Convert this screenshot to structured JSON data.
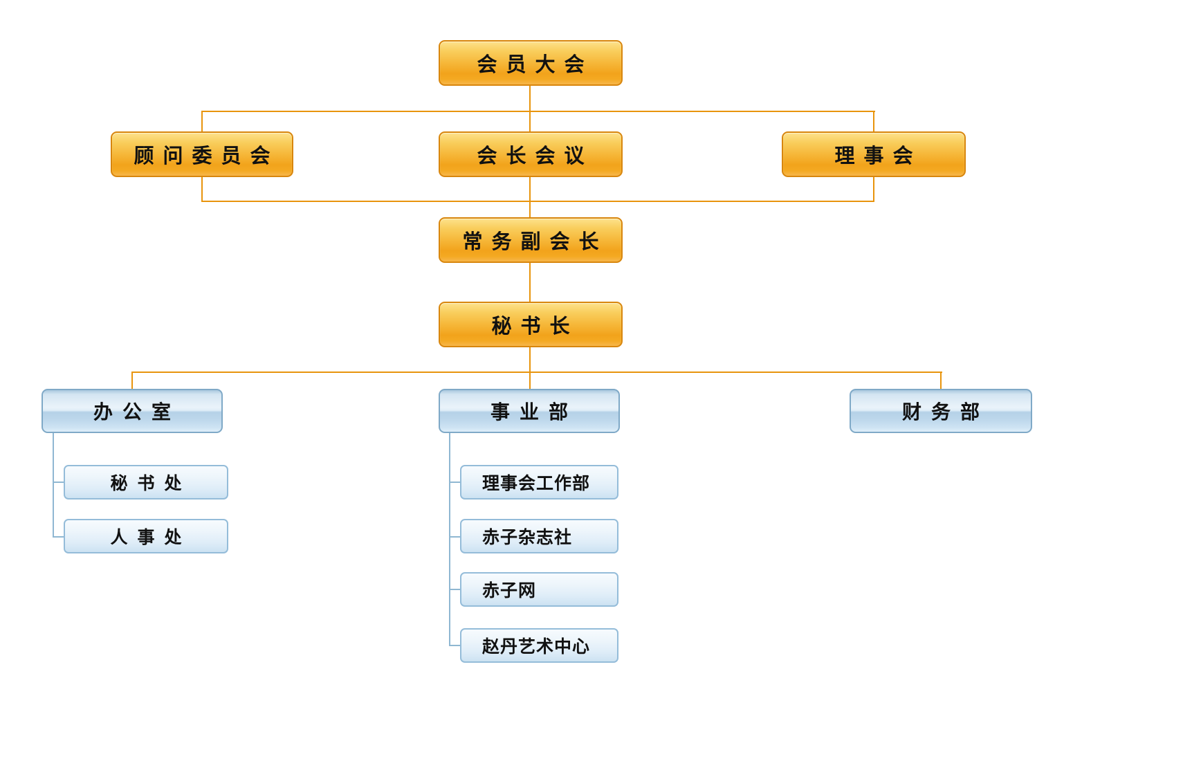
{
  "org": {
    "level1": {
      "label": "会员大会"
    },
    "level2": [
      {
        "label": "顾问委员会"
      },
      {
        "label": "会长会议"
      },
      {
        "label": "理事会"
      }
    ],
    "level3": {
      "label": "常务副会长"
    },
    "level4": {
      "label": "秘书长"
    },
    "departments": [
      {
        "label": "办公室",
        "children": [
          {
            "label": "秘书处"
          },
          {
            "label": "人事处"
          }
        ]
      },
      {
        "label": "事业部",
        "children": [
          {
            "label": "理事会工作部"
          },
          {
            "label": "赤子杂志社"
          },
          {
            "label": "赤子网"
          },
          {
            "label": "赵丹艺术中心"
          }
        ]
      },
      {
        "label": "财务部",
        "children": []
      }
    ]
  },
  "colors": {
    "orange_box_top": "#FDE28C",
    "orange_box_bottom": "#F2A31B",
    "orange_box_border": "#D8860D",
    "orange_connector": "#E8940C",
    "blue_box_border": "#7FA9C7",
    "blue_box_fill": "#C9DEEF",
    "small_blue_border": "#94BCD9",
    "small_blue_fill": "#DFEDF8",
    "blue_connector": "#8FB7D2",
    "text": "#111111",
    "background": "#FFFFFF"
  }
}
